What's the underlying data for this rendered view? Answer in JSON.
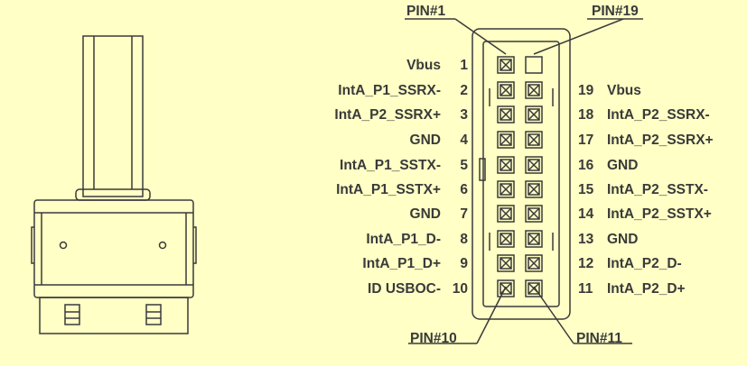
{
  "callouts": {
    "pin1": "PIN#1",
    "pin19": "PIN#19",
    "pin10": "PIN#10",
    "pin11": "PIN#11"
  },
  "left_pins": [
    {
      "name": "Vbus",
      "num": "1"
    },
    {
      "name": "IntA_P1_SSRX-",
      "num": "2"
    },
    {
      "name": "IntA_P2_SSRX+",
      "num": "3"
    },
    {
      "name": "GND",
      "num": "4"
    },
    {
      "name": "IntA_P1_SSTX-",
      "num": "5"
    },
    {
      "name": "IntA_P1_SSTX+",
      "num": "6"
    },
    {
      "name": "GND",
      "num": "7"
    },
    {
      "name": "IntA_P1_D-",
      "num": "8"
    },
    {
      "name": "IntA_P1_D+",
      "num": "9"
    },
    {
      "name": "ID USBOC-",
      "num": "10"
    }
  ],
  "right_pins": [
    {
      "num": "19",
      "name": "Vbus"
    },
    {
      "num": "18",
      "name": "IntA_P2_SSRX-"
    },
    {
      "num": "17",
      "name": "IntA_P2_SSRX+"
    },
    {
      "num": "16",
      "name": "GND"
    },
    {
      "num": "15",
      "name": "IntA_P2_SSTX-"
    },
    {
      "num": "14",
      "name": "IntA_P2_SSTX+"
    },
    {
      "num": "13",
      "name": "GND"
    },
    {
      "num": "12",
      "name": "IntA_P2_D-"
    },
    {
      "num": "11",
      "name": "IntA_P2_D+"
    }
  ],
  "colors": {
    "background": "#ffffc6",
    "line": "#3a3a3a",
    "text": "#3a3a3a"
  }
}
